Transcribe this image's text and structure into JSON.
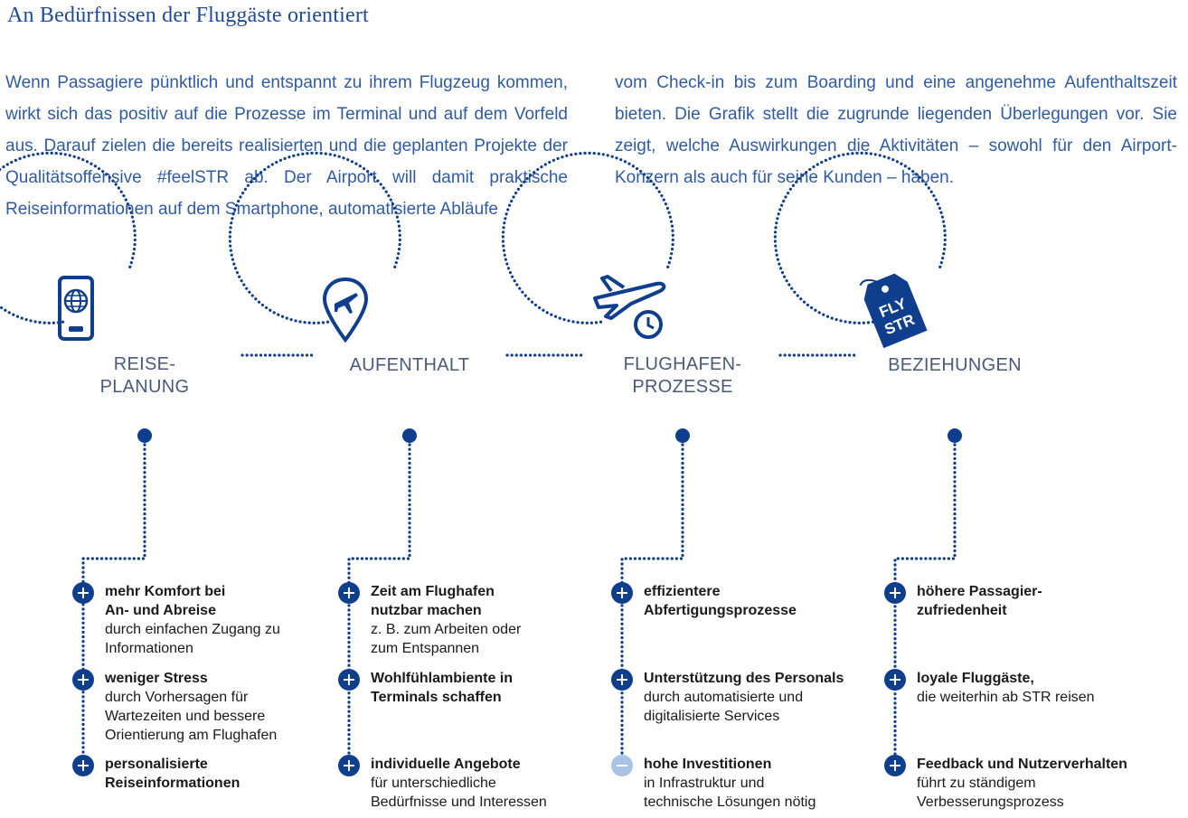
{
  "title": "An Bedürfnissen der Fluggäste orientiert",
  "intro": {
    "left": "Wenn Passagiere pünktlich und entspannt zu ihrem Flugzeug kommen, wirkt sich das positiv auf die Prozesse im Terminal und auf dem Vorfeld aus. Darauf zielen die bereits realisierten und die geplanten Projekte der Qualitätsoffensive #feelSTR ab. Der Airport will damit praktische Reiseinformationen auf dem Smartphone, automatisierte Abläufe",
    "right": "vom Check-in bis zum Boarding und eine angenehme Aufenthaltszeit bieten. Die Grafik stellt die zugrunde liegenden Überlegungen vor. Sie zeigt, welche Auswirkungen die Aktivitäten – sowohl für den Airport-Konzern als auch für seine Kunden – haben."
  },
  "colors": {
    "dark_blue": "#0f3e8e",
    "text_blue": "#2f5aa6",
    "light_blue": "#a8c4e2"
  },
  "stages": [
    {
      "label": "REISE-\nPLANUNG",
      "icon": "smartphone-globe-icon",
      "items": [
        {
          "sign": "plus",
          "title": "mehr Komfort bei\nAn- und Abreise",
          "desc": "durch einfachen Zugang zu\nInformationen"
        },
        {
          "sign": "plus",
          "title": "weniger Stress",
          "desc": "durch Vorhersagen für\nWartezeiten und bessere\nOrientierung am Flughafen"
        },
        {
          "sign": "plus",
          "title": "personalisierte\nReiseinformationen",
          "desc": ""
        }
      ]
    },
    {
      "label": "AUFENTHALT",
      "icon": "location-plane-icon",
      "items": [
        {
          "sign": "plus",
          "title": "Zeit am Flughafen\nnutzbar machen",
          "desc": "z. B. zum Arbeiten oder\nzum Entspannen"
        },
        {
          "sign": "plus",
          "title": "Wohlfühlambiente in\nTerminals schaffen",
          "desc": ""
        },
        {
          "sign": "plus",
          "title": "individuelle Angebote",
          "desc": "für unterschiedliche\nBedürfnisse und Interessen"
        }
      ]
    },
    {
      "label": "FLUGHAFEN-\nPROZESSE",
      "icon": "plane-clock-icon",
      "items": [
        {
          "sign": "plus",
          "title": "effizientere\nAbfertigungsprozesse",
          "desc": ""
        },
        {
          "sign": "plus",
          "title": "Unterstützung des Personals",
          "desc": "durch automatisierte und\ndigitalisierte Services"
        },
        {
          "sign": "minus",
          "title": "hohe Investitionen",
          "desc": "in Infrastruktur und\ntechnische Lösungen nötig"
        }
      ]
    },
    {
      "label": "BEZIEHUNGEN",
      "icon": "fly-str-tag-icon",
      "tag_text": [
        "FLY",
        "STR"
      ],
      "items": [
        {
          "sign": "plus",
          "title": "höhere Passagier-\nzufriedenheit",
          "desc": ""
        },
        {
          "sign": "plus",
          "title": "loyale Fluggäste,",
          "desc": "die weiterhin ab STR reisen"
        },
        {
          "sign": "plus",
          "title": "Feedback und Nutzerverhalten",
          "desc": "führt zu ständigem\nVerbesserungsprozess"
        }
      ]
    }
  ]
}
